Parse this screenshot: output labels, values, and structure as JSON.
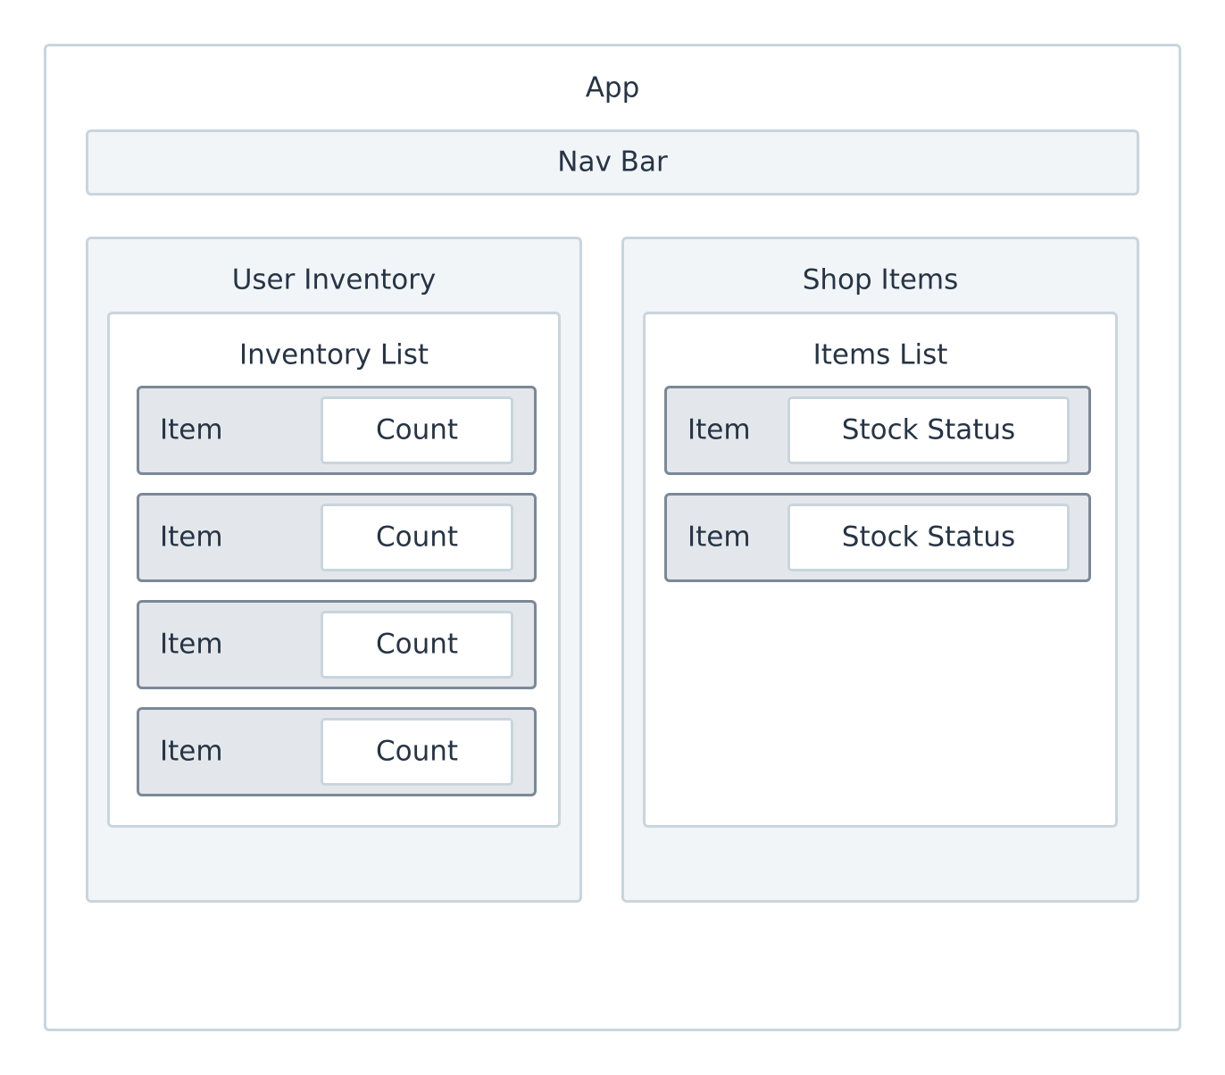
{
  "app": {
    "title": "App"
  },
  "nav": {
    "label": "Nav Bar"
  },
  "inventory": {
    "title": "User Inventory",
    "list_title": "Inventory List",
    "rows": [
      {
        "item": "Item",
        "value": "Count"
      },
      {
        "item": "Item",
        "value": "Count"
      },
      {
        "item": "Item",
        "value": "Count"
      },
      {
        "item": "Item",
        "value": "Count"
      }
    ]
  },
  "shop": {
    "title": "Shop Items",
    "list_title": "Items List",
    "rows": [
      {
        "item": "Item",
        "value": "Stock Status"
      },
      {
        "item": "Item",
        "value": "Stock Status"
      }
    ]
  },
  "colors": {
    "container_border": "#c9d5dd",
    "panel_fill": "#f1f5f8",
    "row_fill": "#e3e7eb",
    "row_border": "#7b8897",
    "text": "#263445"
  }
}
